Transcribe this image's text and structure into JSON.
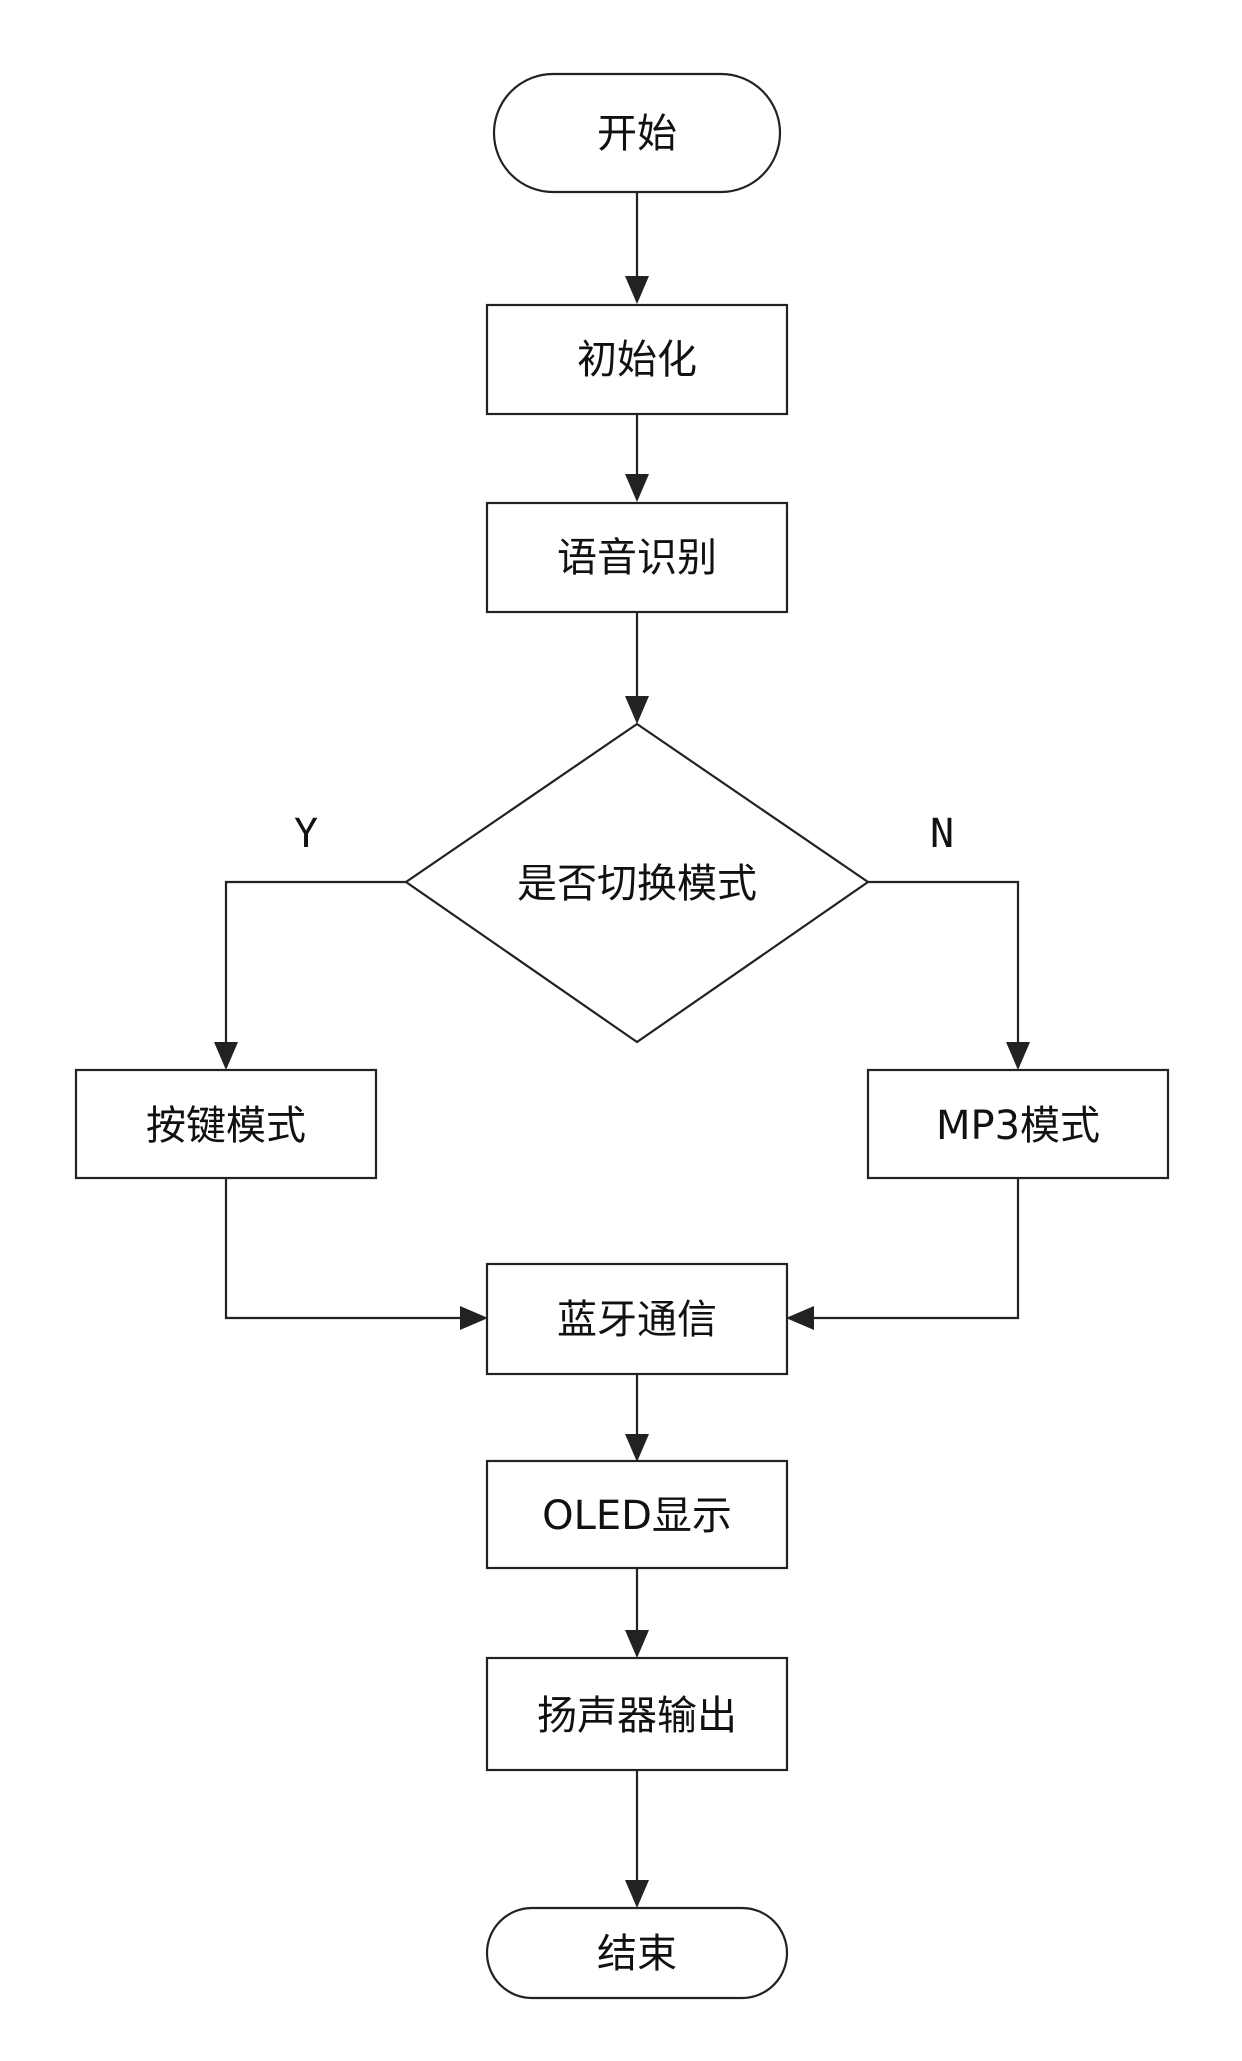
{
  "diagram": {
    "type": "flowchart",
    "nodes": {
      "start": "开始",
      "init": "初始化",
      "voice_recognition": "语音识别",
      "decision": "是否切换模式",
      "key_mode": "按键模式",
      "mp3_mode": "MP3模式",
      "bluetooth": "蓝牙通信",
      "oled": "OLED显示",
      "speaker": "扬声器输出",
      "end": "结束"
    },
    "branches": {
      "yes": "Y",
      "no": "N"
    }
  }
}
